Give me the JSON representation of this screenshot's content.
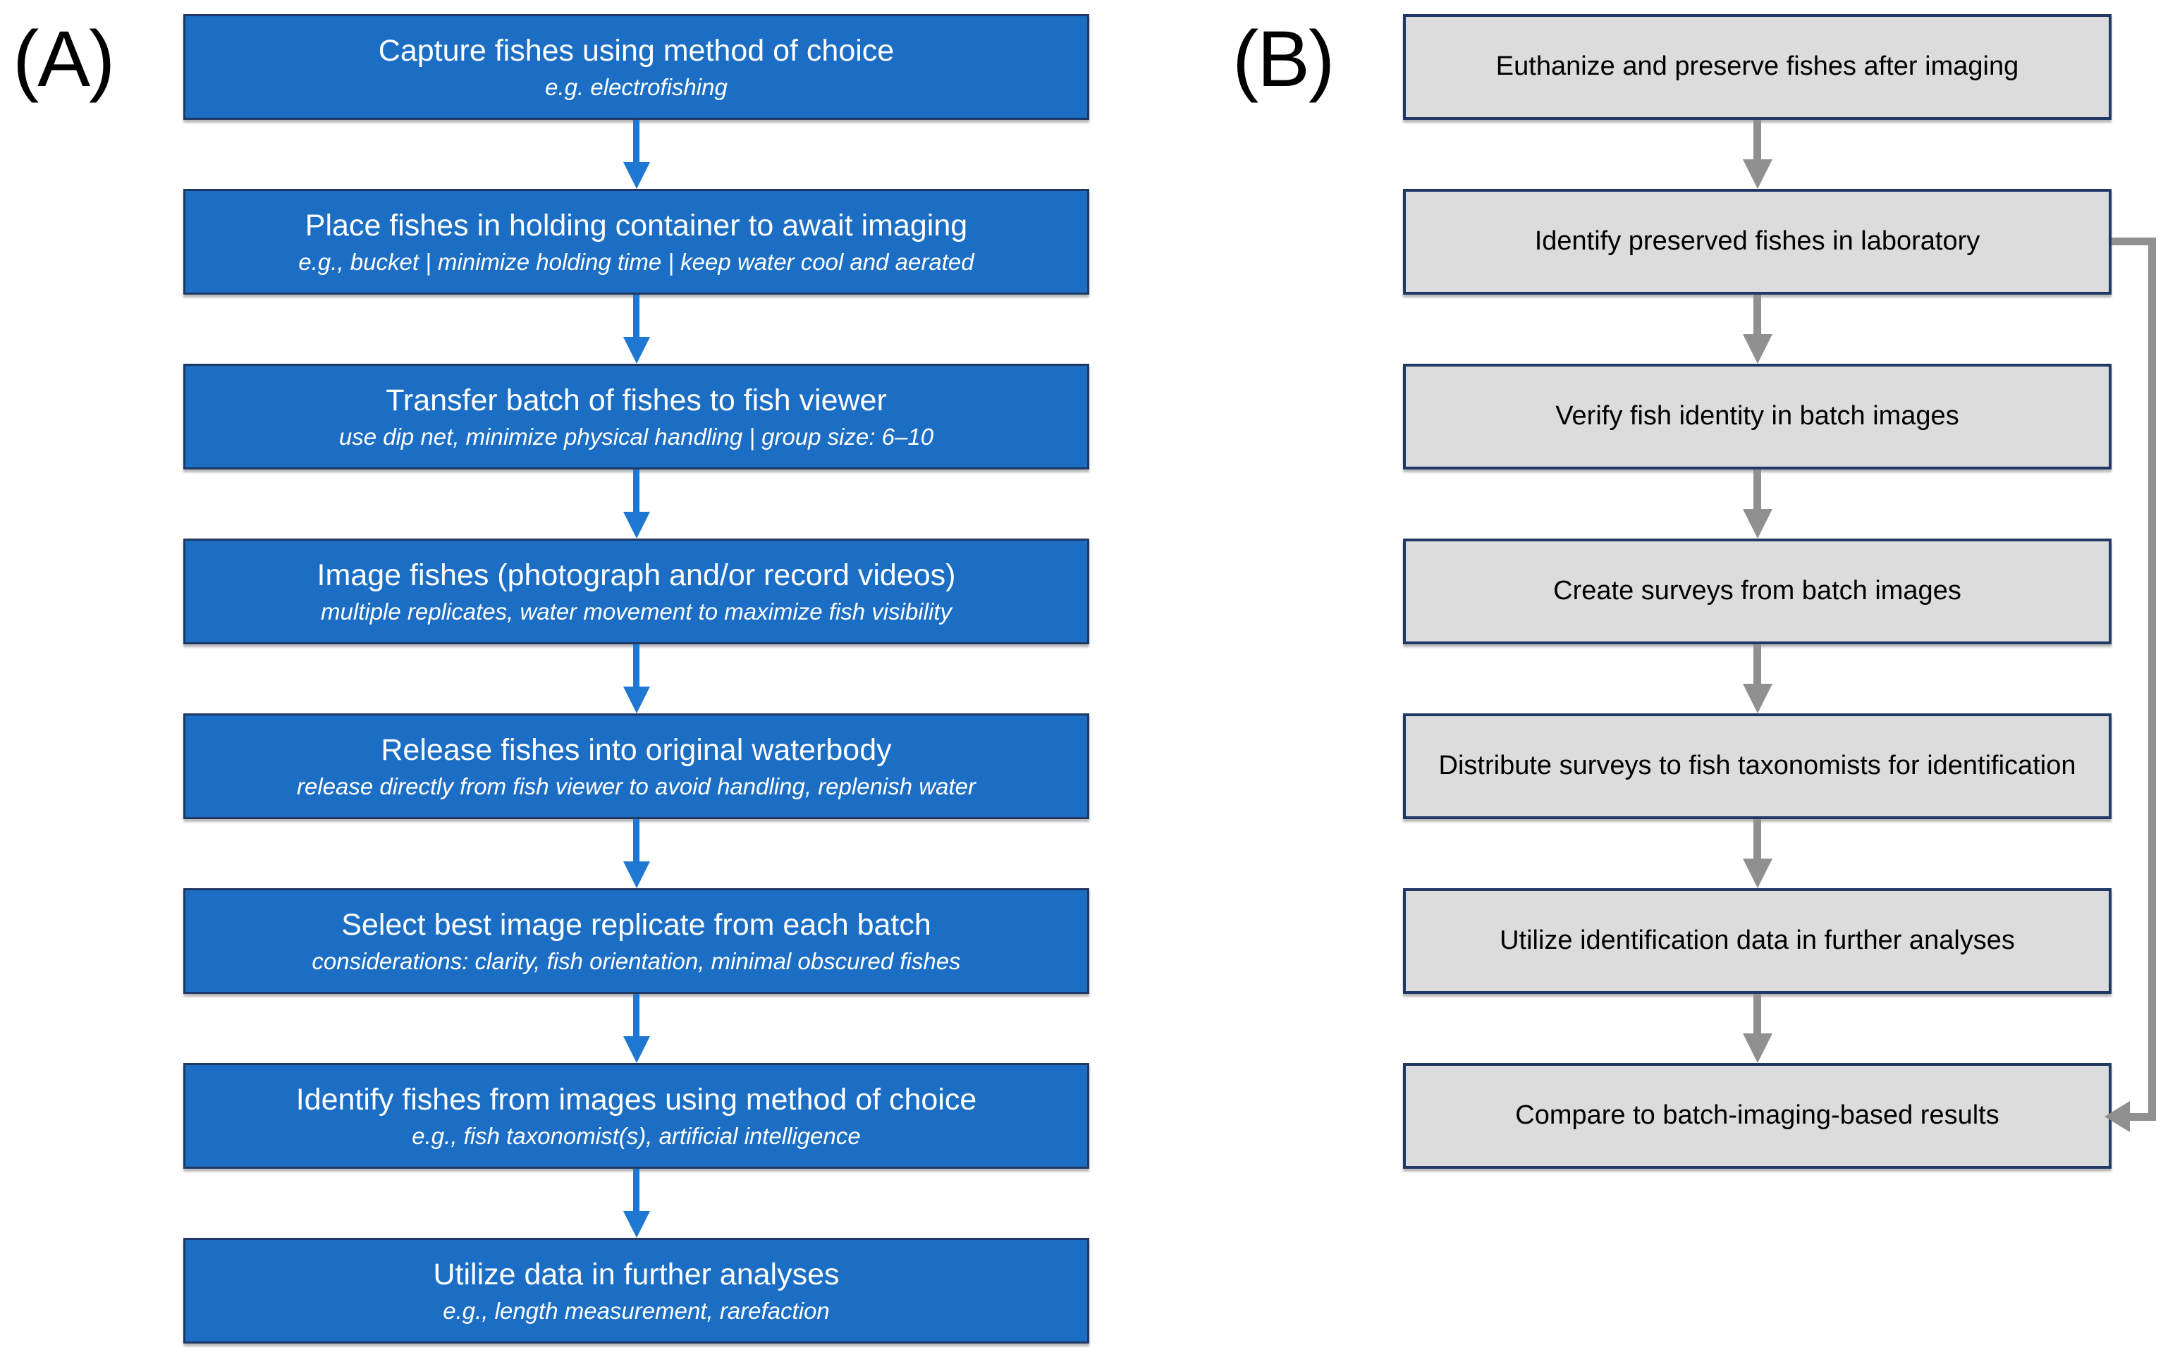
{
  "figure": {
    "panel_a": {
      "label": "(A)",
      "steps": [
        {
          "title": "Capture fishes using method of choice",
          "subtitle": "e.g. electrofishing"
        },
        {
          "title": "Place fishes in holding container to await imaging",
          "subtitle": "e.g., bucket | minimize holding time | keep water cool and aerated"
        },
        {
          "title": "Transfer batch of fishes to fish viewer",
          "subtitle": "use dip net, minimize physical handling | group size: 6–10"
        },
        {
          "title": "Image fishes (photograph and/or record videos)",
          "subtitle": "multiple replicates, water movement to maximize fish visibility"
        },
        {
          "title": "Release fishes into original waterbody",
          "subtitle": "release directly from fish viewer to avoid handling, replenish water"
        },
        {
          "title": "Select best image replicate from each batch",
          "subtitle": "considerations: clarity, fish orientation, minimal obscured fishes"
        },
        {
          "title": "Identify fishes from images using method of choice",
          "subtitle": "e.g., fish taxonomist(s), artificial intelligence"
        },
        {
          "title": "Utilize data in further analyses",
          "subtitle": "e.g., length measurement, rarefaction"
        }
      ]
    },
    "panel_b": {
      "label": "(B)",
      "steps": [
        {
          "title": "Euthanize and preserve fishes after imaging"
        },
        {
          "title": "Identify preserved fishes in laboratory"
        },
        {
          "title": "Verify fish identity in batch images"
        },
        {
          "title": "Create surveys from batch images"
        },
        {
          "title": "Distribute surveys to fish taxonomists for identification"
        },
        {
          "title": "Utilize identification data in further analyses"
        },
        {
          "title": "Compare to batch-imaging-based results"
        }
      ]
    },
    "colors": {
      "step_fill_a": "#1B6EC4",
      "step_border": "#1F3864",
      "arrow_a": "#1E78D2",
      "step_fill_b": "#DCDCDC",
      "arrow_b": "#909090",
      "text_a": "#FFFFFF",
      "text_b": "#000000"
    }
  }
}
